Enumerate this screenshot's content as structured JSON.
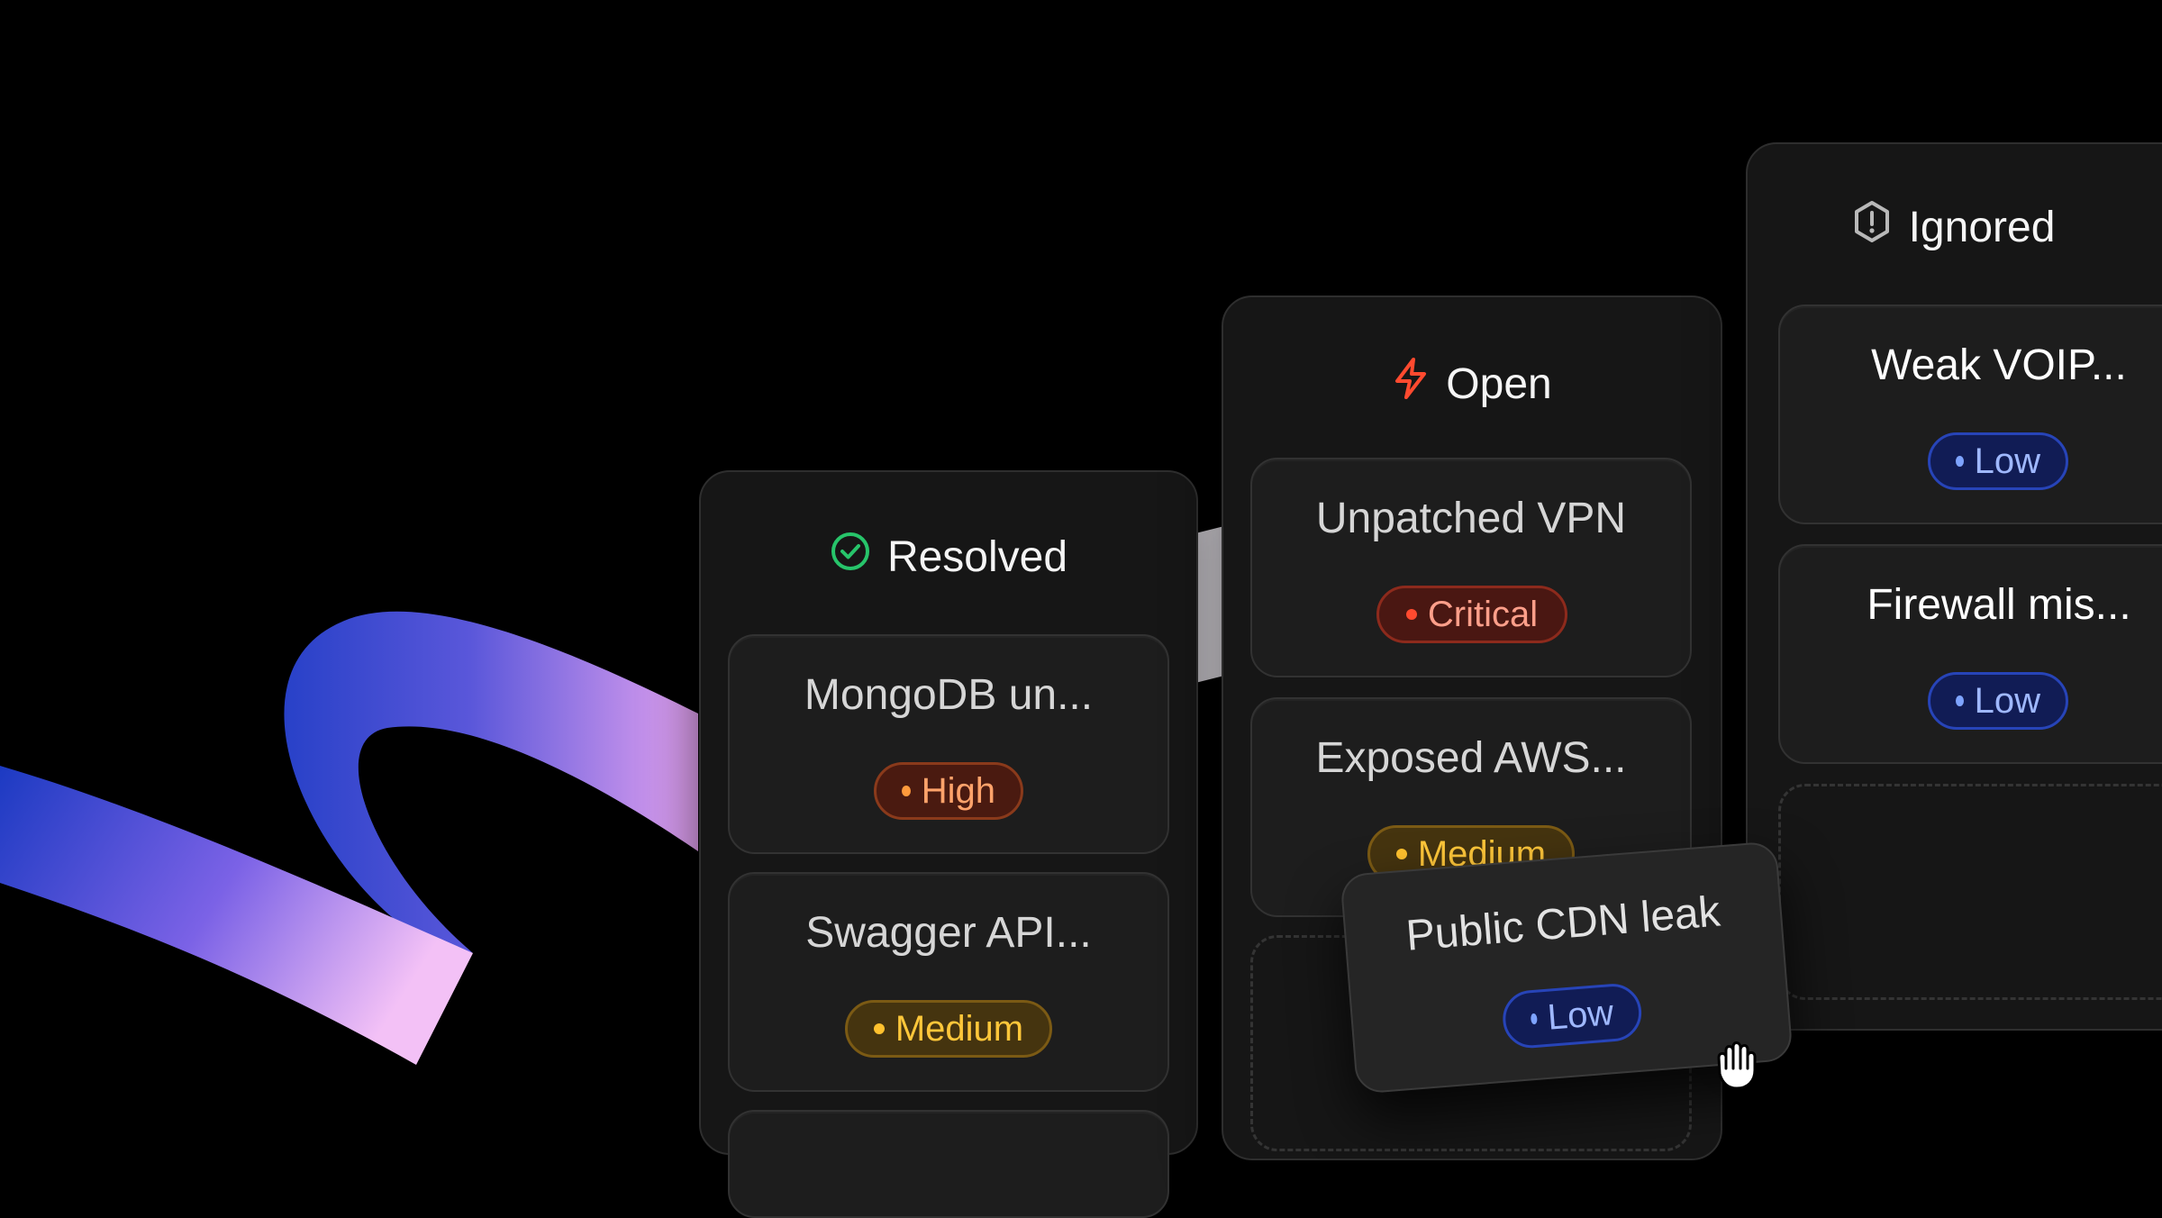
{
  "columns": {
    "resolved": {
      "title": "Resolved",
      "icon": "check-circle-icon",
      "icon_color": "#27c46a",
      "cards": [
        {
          "title": "MongoDB un...",
          "severity": "High"
        },
        {
          "title": "Swagger API...",
          "severity": "Medium"
        }
      ]
    },
    "open": {
      "title": "Open",
      "icon": "lightning-bolt-icon",
      "icon_color": "#ff4a2f",
      "cards": [
        {
          "title": "Unpatched VPN",
          "severity": "Critical"
        },
        {
          "title": "Exposed AWS...",
          "severity": "Medium"
        }
      ]
    },
    "ignored": {
      "title": "Ignored",
      "icon": "shield-alert-icon",
      "icon_color": "#b8b8b8",
      "cards": [
        {
          "title": "Weak VOIP...",
          "severity": "Low"
        },
        {
          "title": "Firewall mis...",
          "severity": "Low"
        }
      ]
    }
  },
  "dragged_card": {
    "title": "Public CDN leak",
    "severity": "Low"
  },
  "cursor": "grab-hand-icon"
}
